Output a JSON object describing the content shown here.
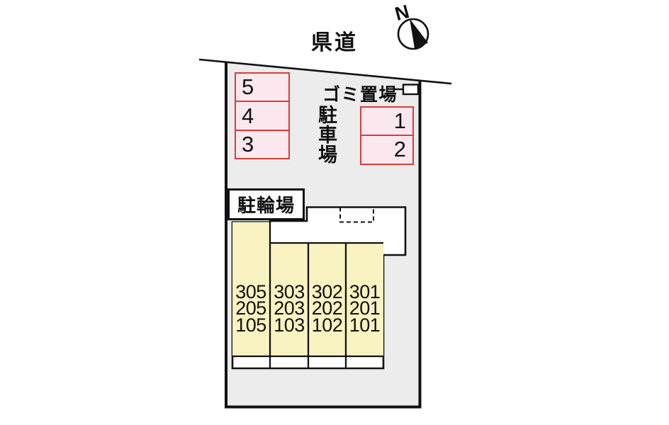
{
  "labels": {
    "road": "県道",
    "garbage_area": "ゴミ置場",
    "parking_lot": "駐車場",
    "bicycle_parking": "駐輪場"
  },
  "compass": {
    "north": "N"
  },
  "parking": {
    "left_spaces": [
      "5",
      "4",
      "3"
    ],
    "right_spaces": [
      "1",
      "2"
    ]
  },
  "building": {
    "columns": [
      {
        "units": [
          "305",
          "205",
          "105"
        ]
      },
      {
        "units": [
          "303",
          "203",
          "103"
        ]
      },
      {
        "units": [
          "302",
          "202",
          "102"
        ]
      },
      {
        "units": [
          "301",
          "201",
          "101"
        ]
      }
    ]
  },
  "colors": {
    "plot_fill": "#ececec",
    "building_fill": "#ffffff",
    "unit_fill": "#f8f3c1",
    "parking_space_fill": "#fbe7ee",
    "parking_space_border": "#d93c3c",
    "line": "#111111"
  }
}
